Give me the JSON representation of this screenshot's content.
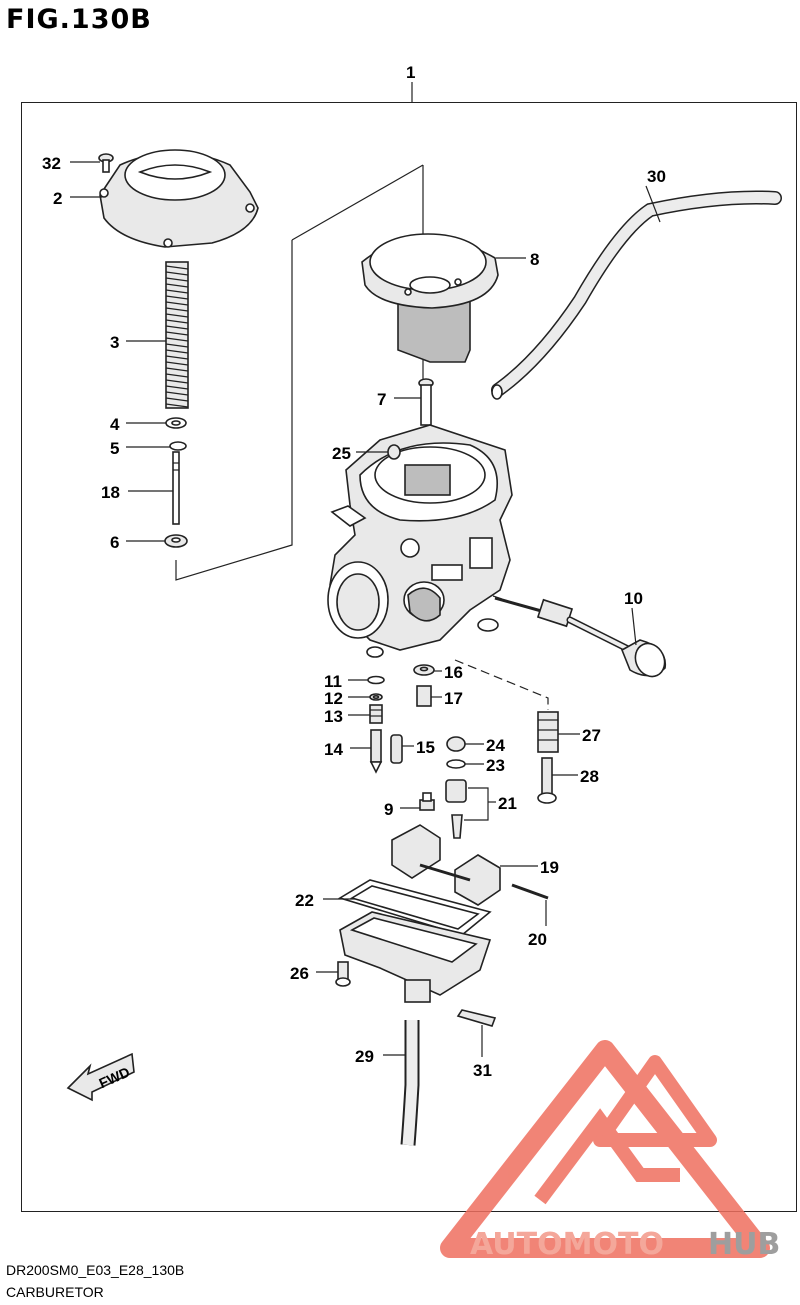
{
  "figure": {
    "title": "FIG.130B",
    "code": "DR200SM0_E03_E28_130B",
    "name": "CARBURETOR"
  },
  "callouts": [
    {
      "id": "1",
      "label": "1"
    },
    {
      "id": "2",
      "label": "2"
    },
    {
      "id": "3",
      "label": "3"
    },
    {
      "id": "4",
      "label": "4"
    },
    {
      "id": "5",
      "label": "5"
    },
    {
      "id": "6",
      "label": "6"
    },
    {
      "id": "7",
      "label": "7"
    },
    {
      "id": "8",
      "label": "8"
    },
    {
      "id": "9",
      "label": "9"
    },
    {
      "id": "10",
      "label": "10"
    },
    {
      "id": "11",
      "label": "11"
    },
    {
      "id": "12",
      "label": "12"
    },
    {
      "id": "13",
      "label": "13"
    },
    {
      "id": "14",
      "label": "14"
    },
    {
      "id": "15",
      "label": "15"
    },
    {
      "id": "16",
      "label": "16"
    },
    {
      "id": "17",
      "label": "17"
    },
    {
      "id": "18",
      "label": "18"
    },
    {
      "id": "19",
      "label": "19"
    },
    {
      "id": "20",
      "label": "20"
    },
    {
      "id": "21",
      "label": "21"
    },
    {
      "id": "22",
      "label": "22"
    },
    {
      "id": "23",
      "label": "23"
    },
    {
      "id": "24",
      "label": "24"
    },
    {
      "id": "25",
      "label": "25"
    },
    {
      "id": "26",
      "label": "26"
    },
    {
      "id": "27",
      "label": "27"
    },
    {
      "id": "28",
      "label": "28"
    },
    {
      "id": "29",
      "label": "29"
    },
    {
      "id": "30",
      "label": "30"
    },
    {
      "id": "31",
      "label": "31"
    },
    {
      "id": "32",
      "label": "32"
    }
  ],
  "direction_marker": {
    "label": "FWD"
  },
  "watermark": {
    "part1": "AUTOMOTO",
    "part2": "HUB",
    "color1": "#f4a79a",
    "color2": "#9e9e9e",
    "logo_color": "#ef6f5f"
  }
}
